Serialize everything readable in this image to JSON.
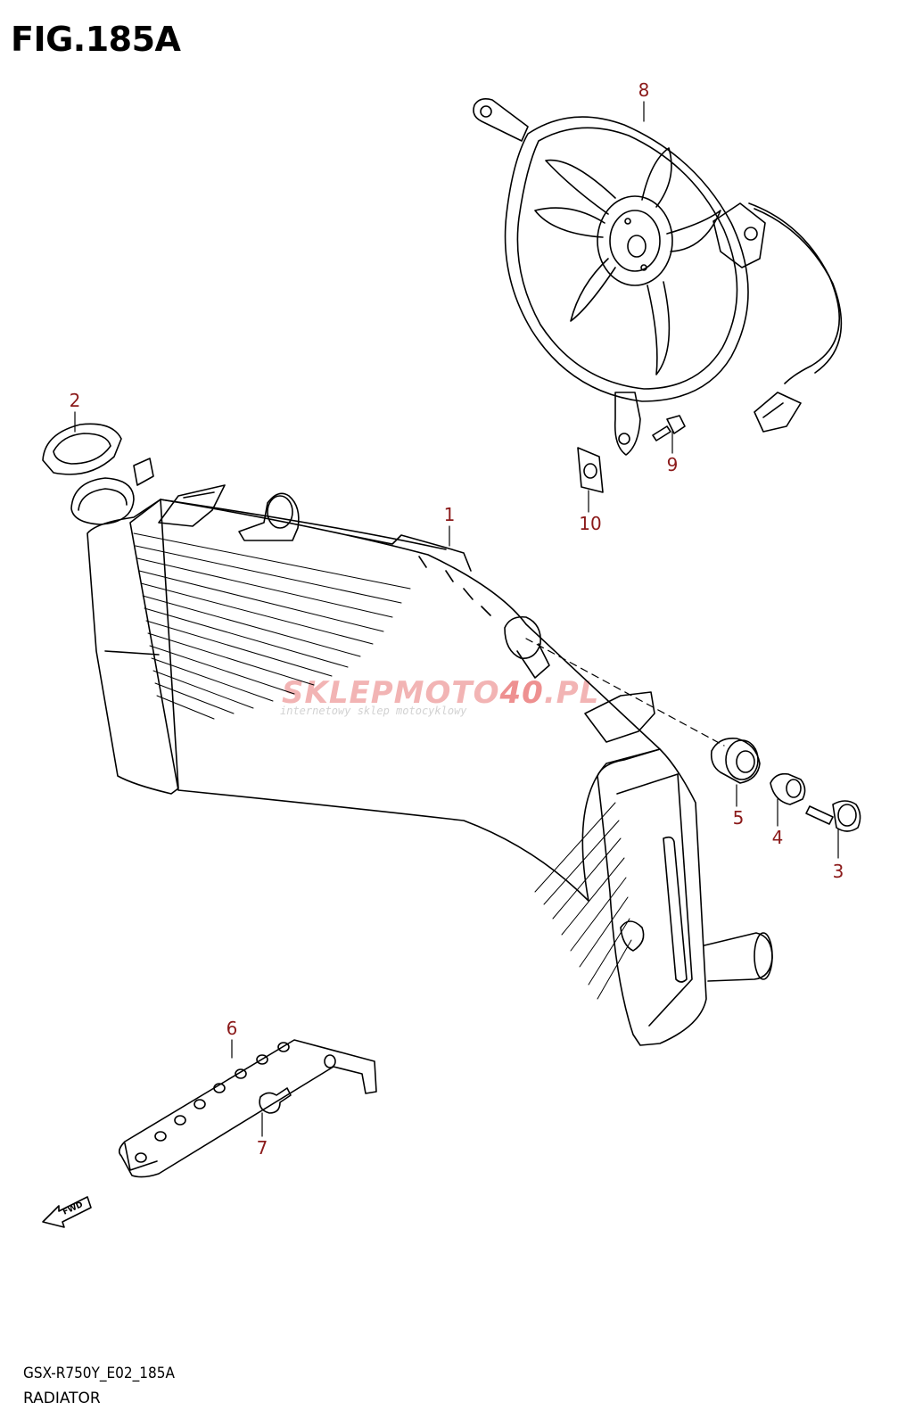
{
  "figure": {
    "title": "FIG.185A",
    "model_code": "GSX-R750Y_E02_185A",
    "section_name": "RADIATOR"
  },
  "watermark": {
    "brand_left": "SKLEP",
    "brand_mid": "MOTO",
    "brand_num": "40",
    "brand_tail": ".PL",
    "tagline": "internetowy sklep motocyklowy"
  },
  "callouts": [
    "1",
    "2",
    "3",
    "4",
    "5",
    "6",
    "7",
    "8",
    "9",
    "10"
  ],
  "fwd_label": "FWD",
  "colors": {
    "callout": "#8b1a1a",
    "line": "#000000",
    "watermark": "#e98a8a"
  }
}
